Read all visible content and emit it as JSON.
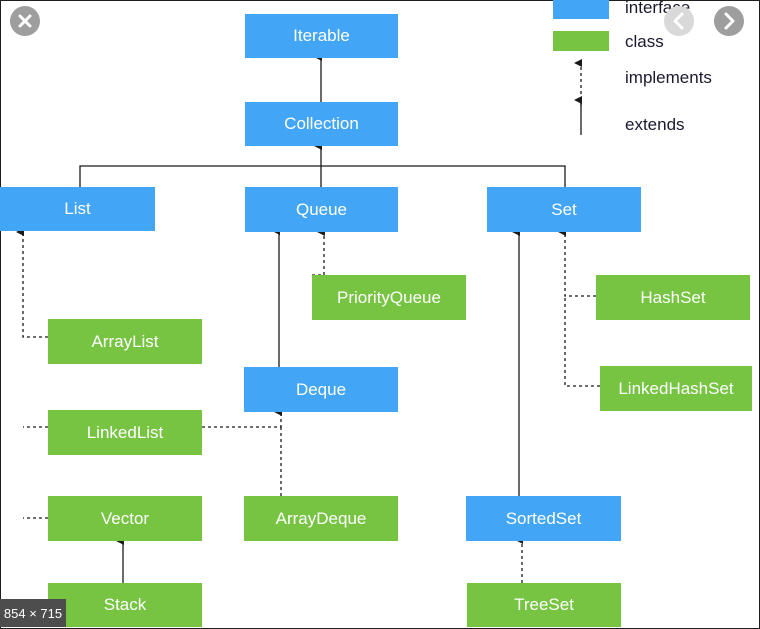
{
  "legend": {
    "interface_label": "interface",
    "class_label": "class",
    "implements_label": "implements",
    "extends_label": "extends"
  },
  "nodes": {
    "iterable": "Iterable",
    "collection": "Collection",
    "list": "List",
    "queue": "Queue",
    "set": "Set",
    "priority_queue": "PriorityQueue",
    "hash_set": "HashSet",
    "array_list": "ArrayList",
    "deque": "Deque",
    "linked_hash_set": "LinkedHashSet",
    "linked_list": "LinkedList",
    "vector": "Vector",
    "array_deque": "ArrayDeque",
    "sorted_set": "SortedSet",
    "stack": "Stack",
    "tree_set": "TreeSet"
  },
  "viewer": {
    "close_icon": "close-icon",
    "prev_icon": "chevron-left-icon",
    "next_icon": "chevron-right-icon",
    "dimensions": "854 × 715"
  },
  "colors": {
    "interface": "#42a5f5",
    "class": "#76c442",
    "line": "#1a1a1a"
  }
}
